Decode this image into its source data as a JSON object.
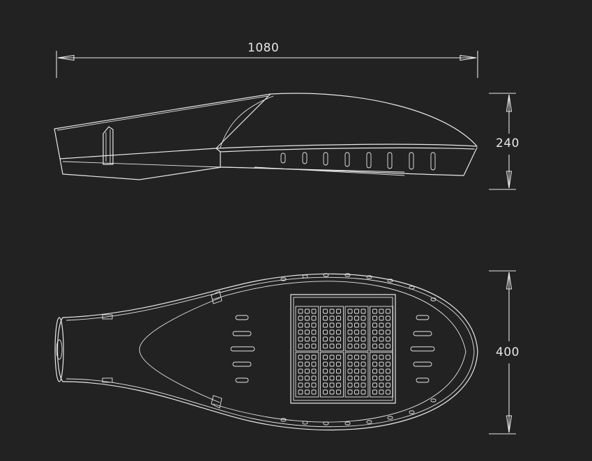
{
  "dimensions": {
    "length": "1080",
    "height": "240",
    "width": "400"
  },
  "colors": {
    "background": "#222222",
    "line": "#e8e8e8",
    "text": "#e6e6e6"
  }
}
